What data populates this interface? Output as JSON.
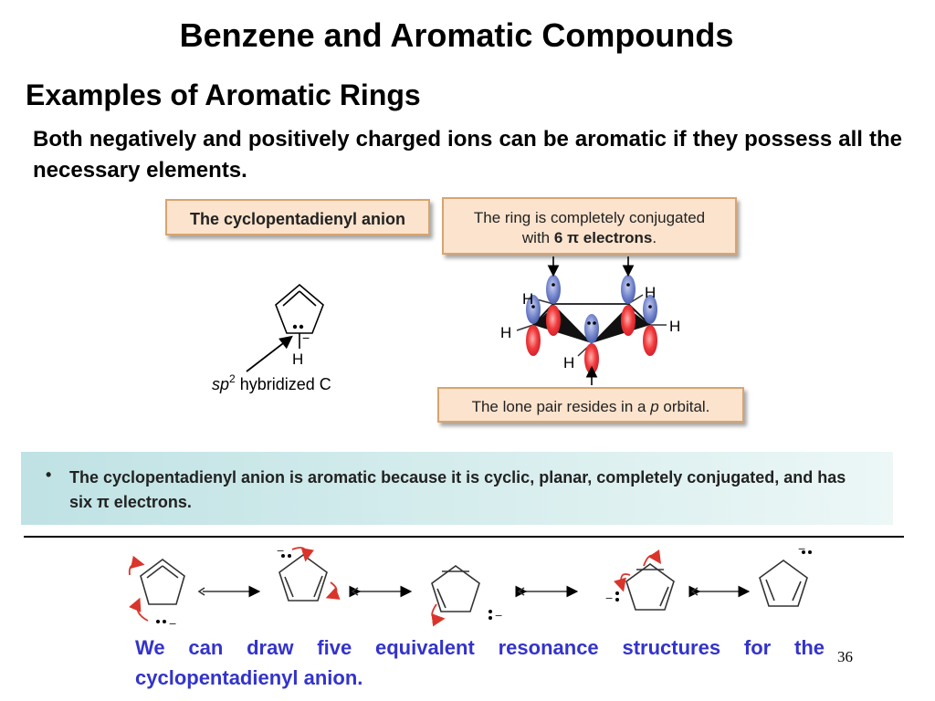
{
  "slide": {
    "title": "Benzene and Aromatic Compounds",
    "subtitle": "Examples of Aromatic Rings",
    "intro": "Both negatively and positively charged ions can be aromatic if they possess all the necessary elements.",
    "number": "36"
  },
  "figure": {
    "anion_label": "The cyclopentadienyl anion",
    "ring_note_line1": "The ring is completely conjugated",
    "ring_note_with": "with ",
    "ring_note_bold": "6 π electrons",
    "ring_note_end": ".",
    "lone_pair_prefix": "The lone pair resides in a ",
    "lone_pair_italic": "p",
    "lone_pair_suffix": " orbital.",
    "hybrid_sp": "sp",
    "hybrid_sup": "2",
    "hybrid_rest": " hybridized C",
    "atom_h": "H",
    "charge_minus": "−"
  },
  "summary": {
    "bullet": "The cyclopentadienyl anion is aromatic because it is cyclic, planar, completely conjugated, and has six π electrons."
  },
  "resonance": {
    "caption": "We can draw five equivalent resonance structures for the cyclopentadienyl anion."
  },
  "colors": {
    "callout_fill": "#fbe3cd",
    "callout_border": "#d8a46f",
    "orbital_blue": "#6677cc",
    "orbital_red": "#ee3344",
    "arrow_red": "#d9352c",
    "caption_blue": "#3333cc"
  }
}
